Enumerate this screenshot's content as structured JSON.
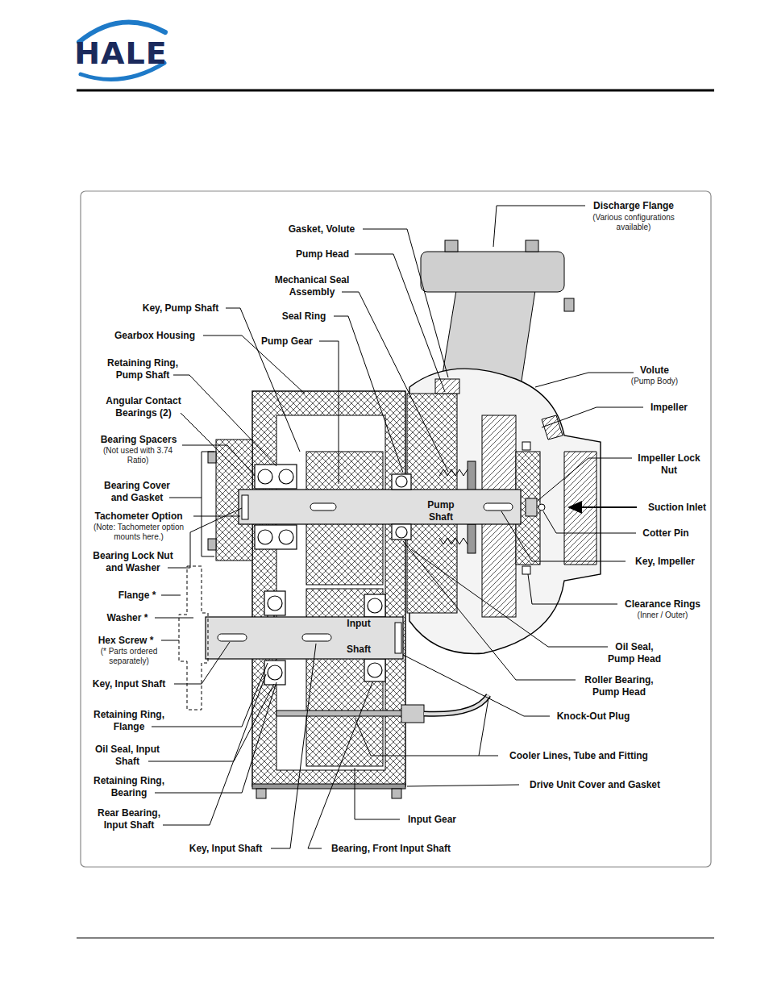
{
  "diagram": {
    "labels": [
      "HALE",
      "Discharge Flange",
      "(Various configurations available)",
      "Gasket, Volute",
      "Pump Head",
      "Mechanical Seal Assembly",
      "Key, Pump Shaft",
      "Seal Ring",
      "Gearbox Housing",
      "Pump Gear",
      "Retaining Ring, Pump Shaft",
      "Volute",
      "(Pump Body)",
      "Angular Contact Bearings (2)",
      "Impeller",
      "Bearing Spacers",
      "(Not used with 3.74 Ratio)",
      "Impeller Lock Nut",
      "Bearing Cover and Gasket",
      "Pump Shaft",
      "Suction Inlet",
      "Tachometer Option",
      "(Note: Tachometer option mounts here.)",
      "Cotter Pin",
      "Bearing Lock Nut and Washer",
      "Key, Impeller",
      "Flange *",
      "Clearance Rings",
      "(Inner / Outer)",
      "Washer *",
      "Input Shaft",
      "Hex Screw *",
      "(* Parts ordered separately)",
      "Oil Seal, Pump Head",
      "Roller Bearing, Pump Head",
      "Key, Input Shaft",
      "Retaining Ring, Flange",
      "Knock-Out Plug",
      "Oil Seal, Input Shaft",
      "Cooler Lines, Tube and Fitting",
      "Retaining Ring, Bearing",
      "Drive Unit Cover and Gasket",
      "Rear Bearing, Input Shaft",
      "Input Gear",
      "Key, Input Shaft",
      "Bearing, Front Input Shaft"
    ]
  }
}
